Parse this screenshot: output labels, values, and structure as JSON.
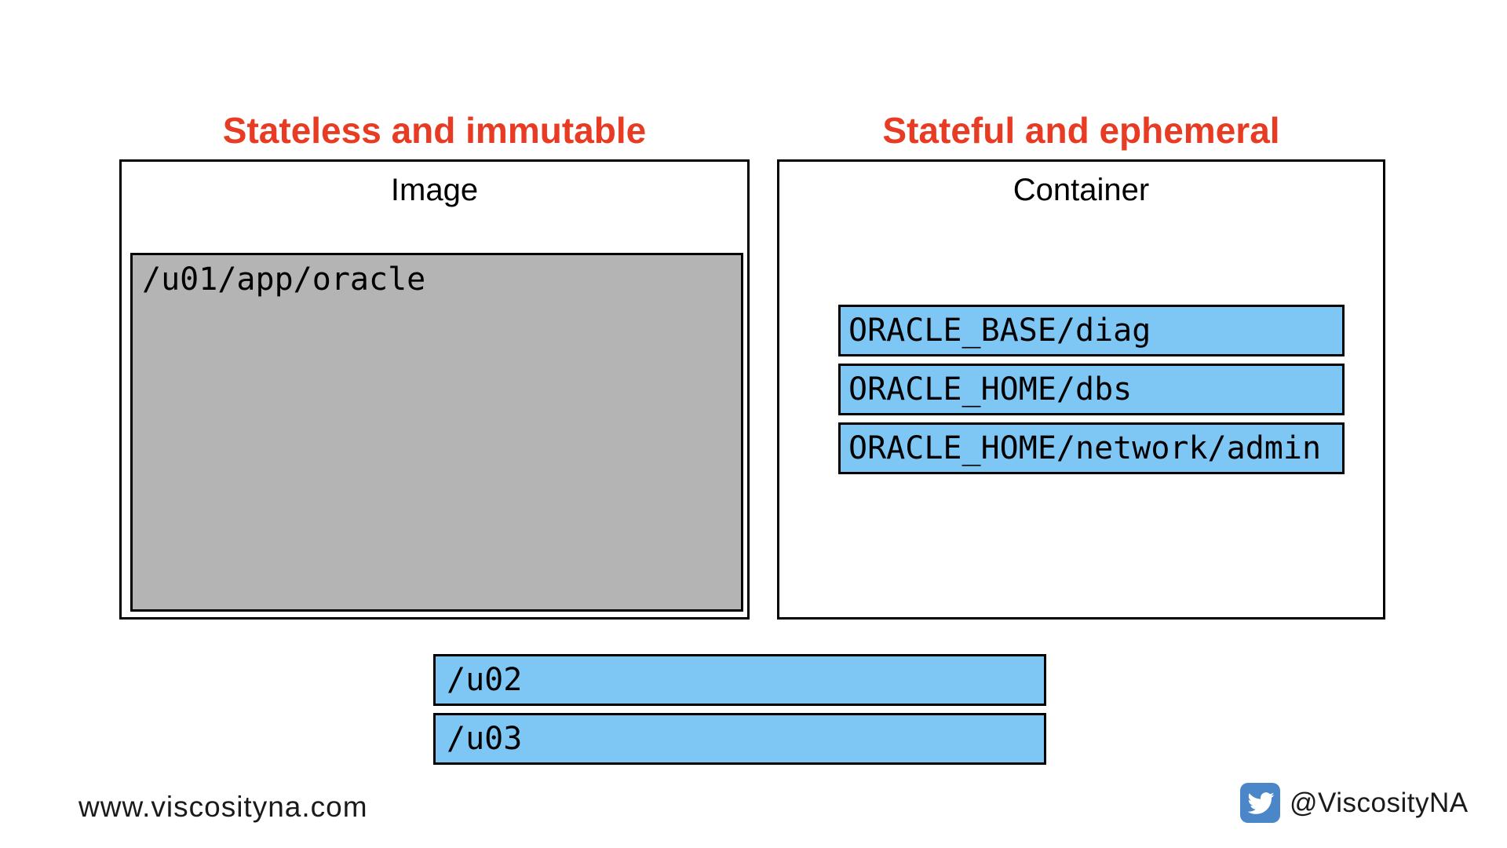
{
  "headings": {
    "left": "Stateless and immutable",
    "right": "Stateful and ephemeral"
  },
  "image_panel": {
    "title": "Image",
    "volume": "/u01/app/oracle"
  },
  "container_panel": {
    "title": "Container",
    "volumes": [
      "ORACLE_BASE/diag",
      "ORACLE_HOME/dbs",
      "ORACLE_HOME/network/admin"
    ]
  },
  "shared_volumes": [
    "/u02",
    "/u03"
  ],
  "footer": {
    "website": "www.viscosityna.com",
    "twitter_handle": "@ViscosityNA",
    "twitter_icon": "twitter-bird-icon"
  },
  "colors": {
    "heading": "#E83B23",
    "box_blue": "#7EC7F5",
    "box_gray": "#B4B4B4",
    "twitter_blue": "#4A86C8",
    "border": "#000000"
  }
}
